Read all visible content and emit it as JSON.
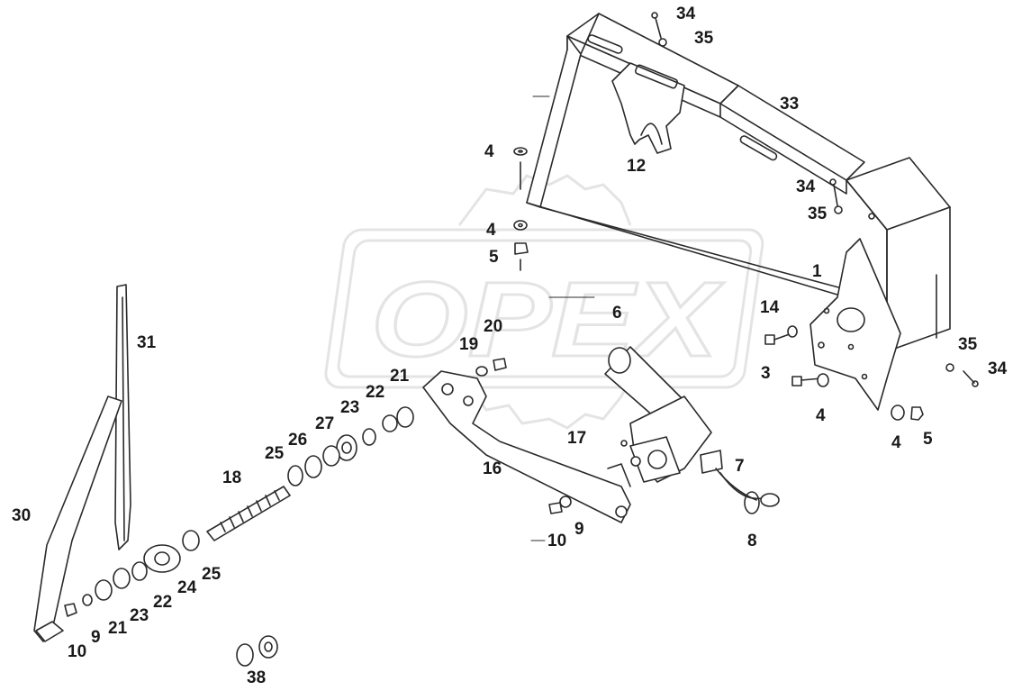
{
  "watermark": {
    "text": "OPEX"
  },
  "labels": {
    "l34a": "34",
    "l35a": "35",
    "l33": "33",
    "l4a": "4",
    "l12": "12",
    "l34b": "34",
    "l35b": "35",
    "l4b": "4",
    "l5a": "5",
    "l1": "1",
    "l14": "14",
    "l6": "6",
    "l20": "20",
    "l19": "19",
    "l31": "31",
    "l3": "3",
    "l35c": "35",
    "l34c": "34",
    "l21a": "21",
    "l22a": "22",
    "l23a": "23",
    "l4c": "4",
    "l27": "27",
    "l17": "17",
    "l4d": "4",
    "l5b": "5",
    "l26": "26",
    "l25a": "25",
    "l7": "7",
    "l16": "16",
    "l18": "18",
    "l9a": "9",
    "l10a": "10",
    "l30": "30",
    "l8": "8",
    "l25b": "25",
    "l24": "24",
    "l22b": "22",
    "l23b": "23",
    "l21b": "21",
    "l9b": "9",
    "l10b": "10",
    "l38": "38"
  }
}
